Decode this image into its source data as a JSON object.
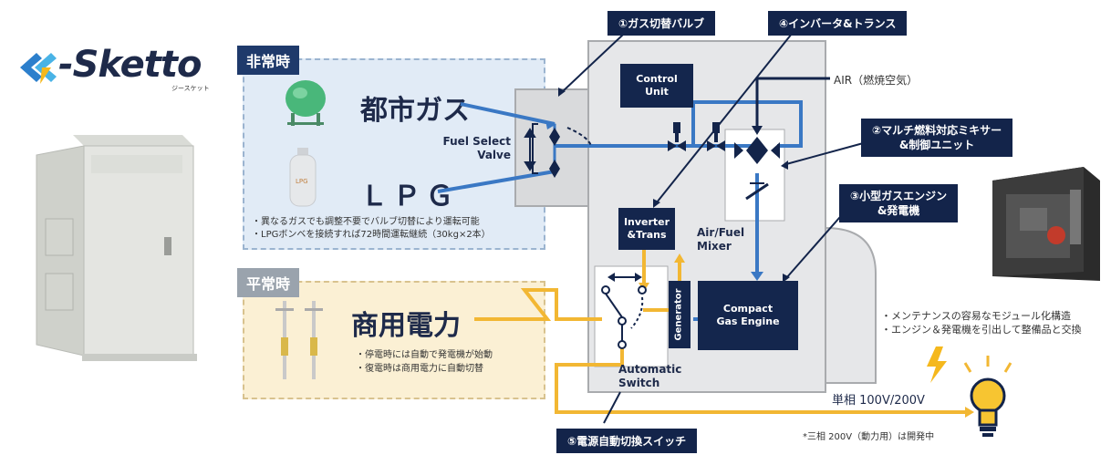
{
  "logo": {
    "text": "-Sketto",
    "sub": "ジースケット"
  },
  "emergency": {
    "tag": "非常時",
    "gas_city": "都市ガス",
    "gas_lpg": "ＬＰＧ",
    "lpg_can_label": "LPG",
    "notes": [
      "・異なるガスでも調整不要でバルブ切替により運転可能",
      "・LPGボンベを接続すれば72時間運転継続（30kg×2本）"
    ]
  },
  "normal": {
    "tag": "平常時",
    "power": "商用電力",
    "notes": [
      "・停電時には自動で発電機が始動",
      "・復電時は商用電力に自動切替"
    ]
  },
  "callouts": {
    "gas_valve": "①ガス切替バルブ",
    "mixer": "②マルチ燃料対応ミキサー\n&制御ユニット",
    "engine": "③小型ガスエンジン\n&発電機",
    "inverter": "④インバータ&トランス",
    "switch": "⑤電源自動切換スイッチ"
  },
  "diagram": {
    "control_unit": "Control\nUnit",
    "fuel_select_valve": "Fuel Select\nValve",
    "inverter_trans": "Inverter\n&Trans",
    "air_fuel_mixer": "Air/Fuel\nMixer",
    "generator": "Generator",
    "compact_gas_engine": "Compact\nGas Engine",
    "automatic_switch": "Automatic\nSwitch",
    "air": "AIR（燃焼空気）"
  },
  "maintenance_notes": [
    "・メンテナンスの容易なモジュール化構造",
    "・エンジン＆発電機を引出して整備品と交換"
  ],
  "output": {
    "single_phase": "単相 100V/200V",
    "three_phase_note": "*三相 200V（動力用）は開発中"
  },
  "colors": {
    "navy": "#13244a",
    "blue_pipe": "#3a78c4",
    "yellow_power": "#f2b733"
  }
}
